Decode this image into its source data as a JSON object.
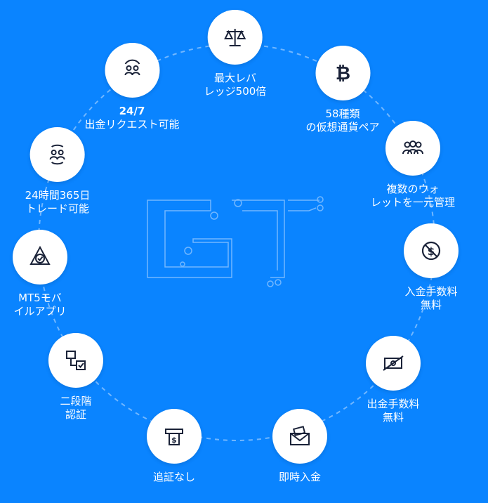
{
  "features": [
    {
      "id": "leverage",
      "lines": [
        "最大レバ",
        "レッジ500倍"
      ],
      "icon": "scale-icon"
    },
    {
      "id": "crypto",
      "lines": [
        "58種類",
        "の仮想通貨ペア"
      ],
      "icon": "bitcoin-icon"
    },
    {
      "id": "wallet",
      "lines": [
        "複数のウォ",
        "レットを一元管理"
      ],
      "icon": "users-group-icon"
    },
    {
      "id": "deposit-fee",
      "lines": [
        "入金手数料",
        "無料"
      ],
      "icon": "no-dollar-icon"
    },
    {
      "id": "withdraw-fee",
      "lines": [
        "出金手数料",
        "無料"
      ],
      "icon": "no-fee-cash-icon"
    },
    {
      "id": "instant-deposit",
      "lines": [
        "即時入金"
      ],
      "icon": "envelope-money-icon"
    },
    {
      "id": "no-verification",
      "lines": [
        "追証なし"
      ],
      "icon": "atm-dollar-icon"
    },
    {
      "id": "two-factor",
      "lines": [
        "二段階",
        "認証"
      ],
      "icon": "two-step-auth-icon"
    },
    {
      "id": "mt5",
      "lines": [
        "MT5モバ",
        "イルアプリ"
      ],
      "icon": "mt5-app-icon"
    },
    {
      "id": "trading-24h",
      "lines": [
        "24時間365日",
        "トレード可能"
      ],
      "icon": "exchange-users-icon"
    },
    {
      "id": "withdraw-247",
      "lines": [
        "24/7",
        "出金リクエスト可能"
      ],
      "icon": "support-users-icon"
    }
  ],
  "colors": {
    "background": "#0a84ff",
    "circle": "#ffffff",
    "icon": "#1a2238",
    "ring": "#8cc4ff"
  }
}
